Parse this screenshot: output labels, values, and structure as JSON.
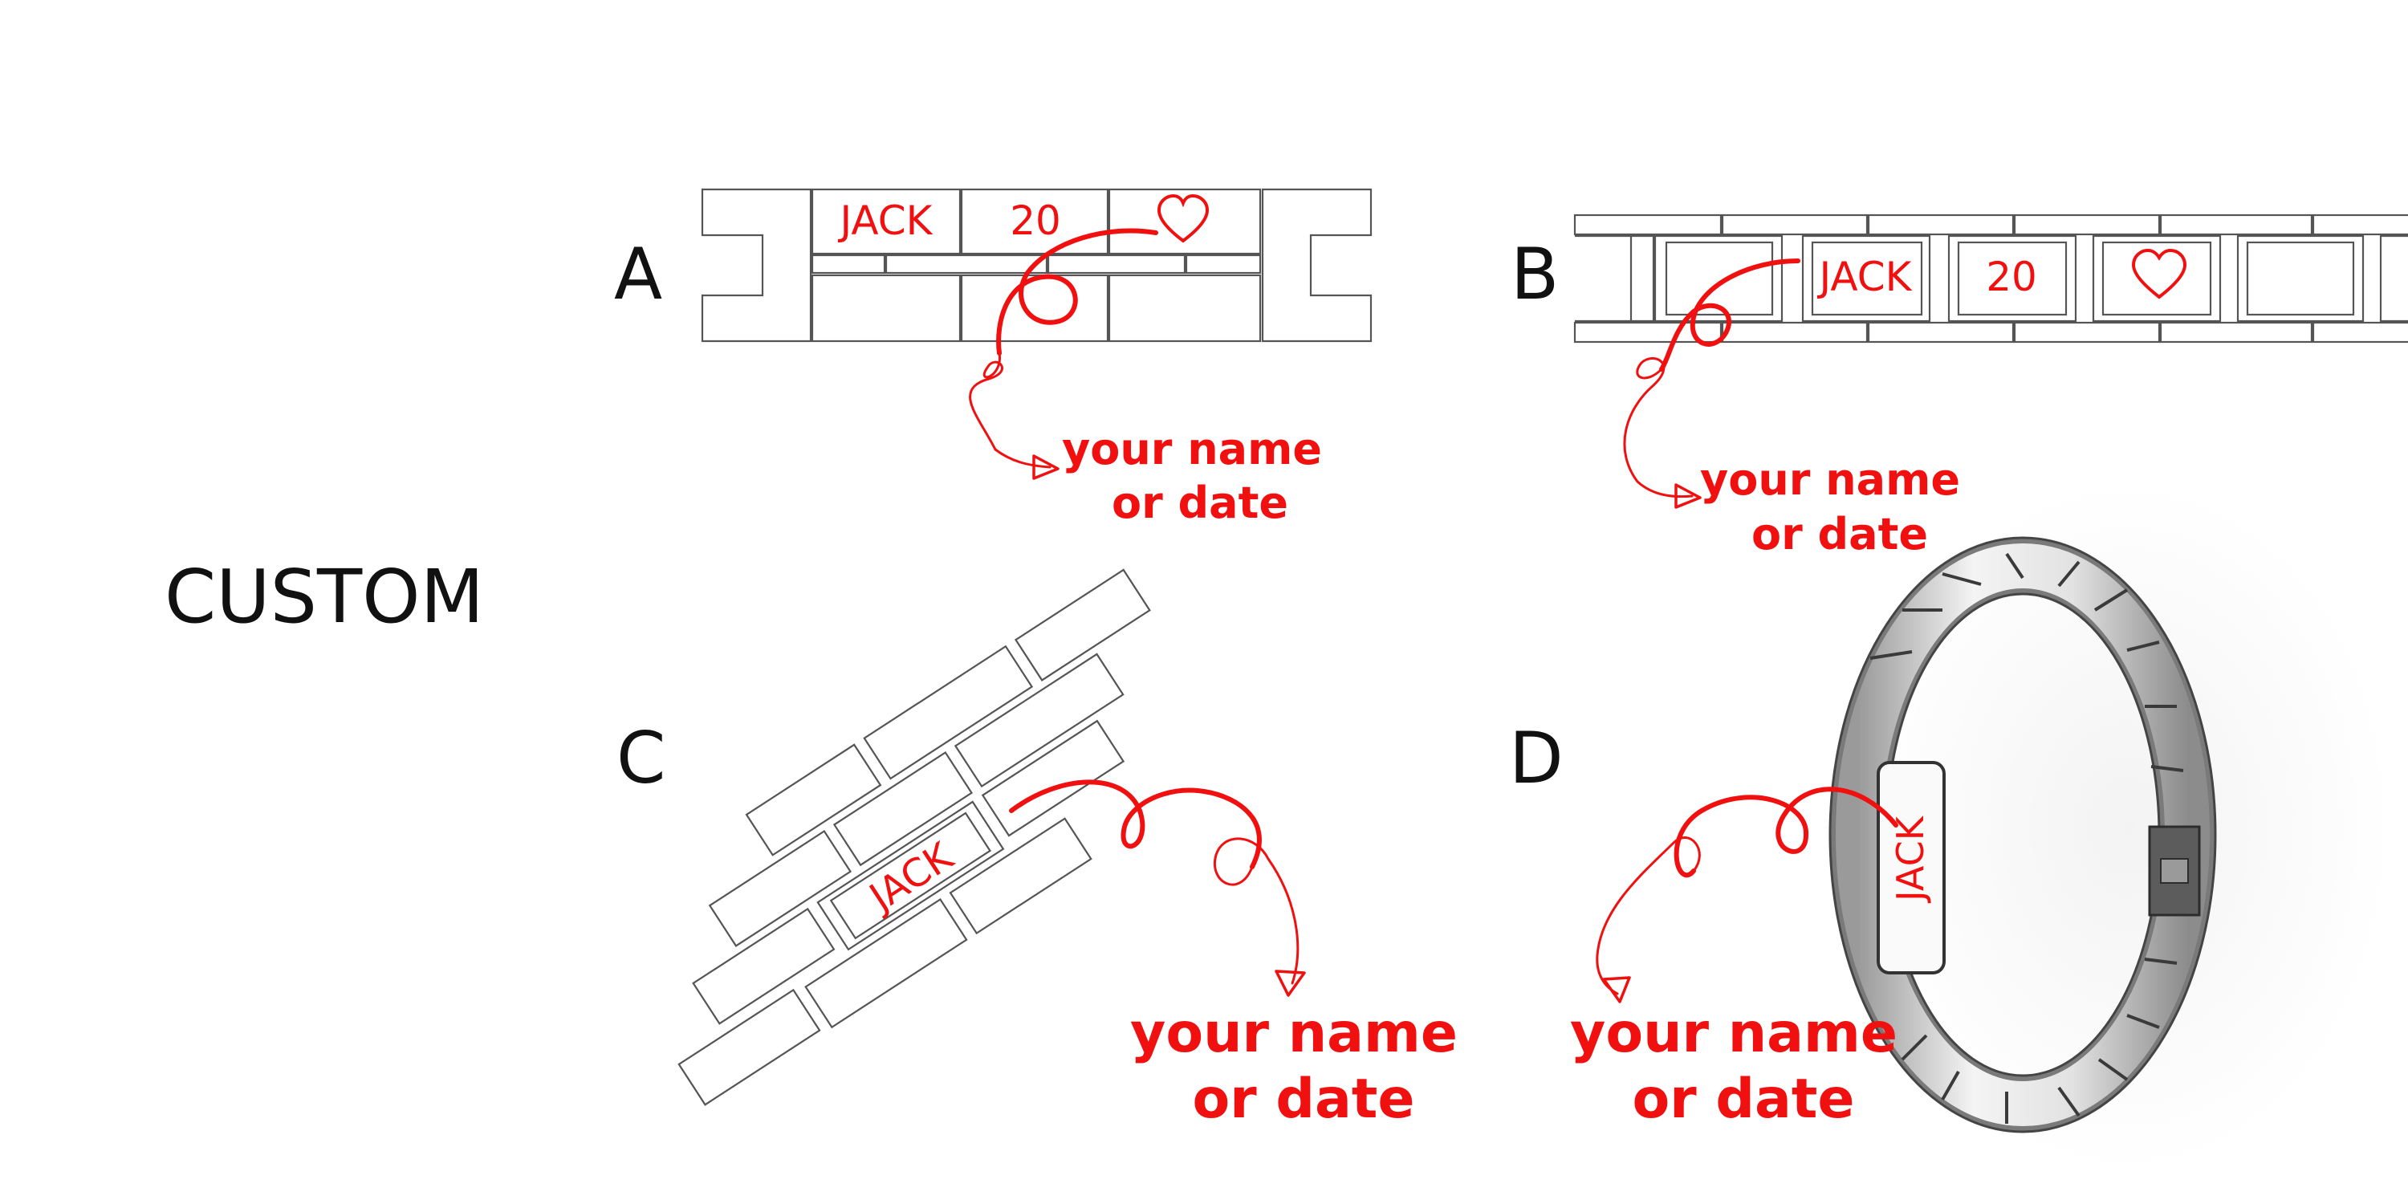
{
  "title": "CUSTOM",
  "colors": {
    "accent": "#f01010",
    "outline": "#555555",
    "text": "#111111",
    "background": "#ffffff"
  },
  "variants": [
    {
      "id": "A",
      "engravings": [
        "JACK",
        "20"
      ],
      "symbol": "heart-icon",
      "caption_line1": "your name",
      "caption_line2": "or date"
    },
    {
      "id": "B",
      "engravings": [
        "JACK",
        "20"
      ],
      "symbol": "heart-icon",
      "caption_line1": "your name",
      "caption_line2": "or date"
    },
    {
      "id": "C",
      "engravings": [
        "JACK"
      ],
      "caption_line1": "your name",
      "caption_line2": "or date"
    },
    {
      "id": "D",
      "engravings": [
        "JACK"
      ],
      "caption_line1": "your name",
      "caption_line2": "or date"
    }
  ]
}
